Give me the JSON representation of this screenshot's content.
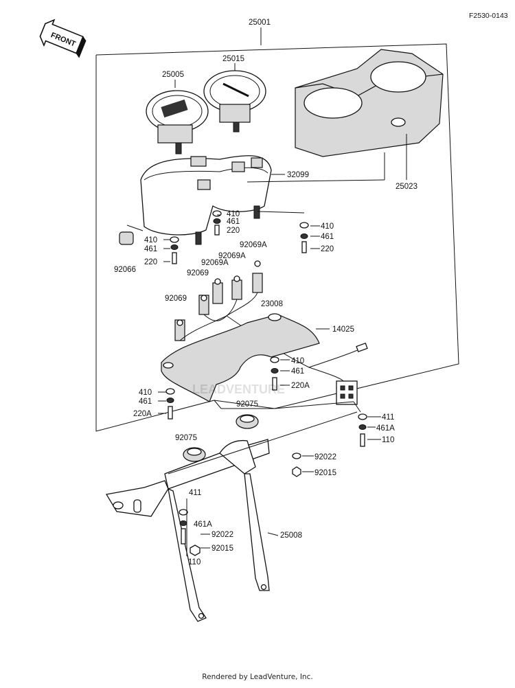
{
  "diagram": {
    "ref_code": "F2530-0143",
    "front_label": "FRONT",
    "watermark": "LEADVENTURE",
    "parts": {
      "p25001": "25001",
      "p25015": "25015",
      "p25005": "25005",
      "p32099": "32099",
      "p25023": "25023",
      "p410a": "410",
      "p461a": "461",
      "p220a": "220",
      "p410b": "410",
      "p461b": "461",
      "p220b": "220",
      "p410c": "410",
      "p461c": "461",
      "p220c": "220",
      "p92066": "92066",
      "p92069Aa": "92069A",
      "p92069Ab": "92069A",
      "p92069Ac": "92069A",
      "p92069a": "92069",
      "p92069b": "92069",
      "p23008": "23008",
      "p14025": "14025",
      "p410d": "410",
      "p461d": "461",
      "p220Aa": "220A",
      "p410e": "410",
      "p461e": "461",
      "p220Ab": "220A",
      "p92075a": "92075",
      "p92075b": "92075",
      "p411a": "411",
      "p461Aa": "461A",
      "p110a": "110",
      "p92022a": "92022",
      "p92015a": "92015",
      "p411b": "411",
      "p461Ab": "461A",
      "p92022b": "92022",
      "p92015b": "92015",
      "p110b": "110",
      "p25008": "25008"
    }
  },
  "footer": {
    "text": "Rendered by LeadVenture, Inc."
  }
}
